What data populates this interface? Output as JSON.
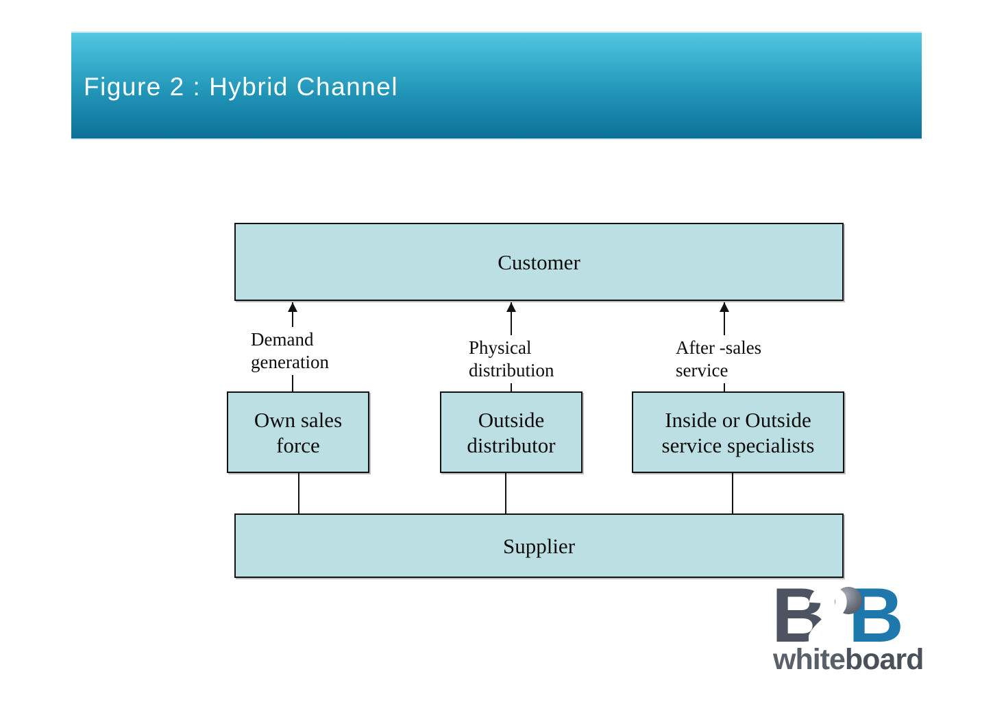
{
  "slide": {
    "title": "Figure 2 : Hybrid Channel"
  },
  "diagram": {
    "customer_label": "Customer",
    "supplier_label": "Supplier",
    "channels": [
      {
        "flow_line1": "Demand",
        "flow_line2": "generation",
        "box_line1": "Own sales",
        "box_line2": "force"
      },
      {
        "flow_line1": "Physical",
        "flow_line2": "distribution",
        "box_line1": "Outside",
        "box_line2": "distributor"
      },
      {
        "flow_line1": "After -sales",
        "flow_line2": "service",
        "box_line1": "Inside or Outside",
        "box_line2": "service specialists"
      }
    ],
    "colors": {
      "box_fill": "#bcdfe3",
      "box_border": "#121212",
      "banner_gradient_top": "#55c6e0",
      "banner_gradient_bottom": "#0d7097",
      "line_color": "#121212"
    }
  },
  "logo": {
    "letter1": "B",
    "letter2": "2",
    "letter3": "B",
    "word_part1": "white",
    "word_part2": "board",
    "gray": "#4d5360",
    "blue": "#1f78ab"
  }
}
